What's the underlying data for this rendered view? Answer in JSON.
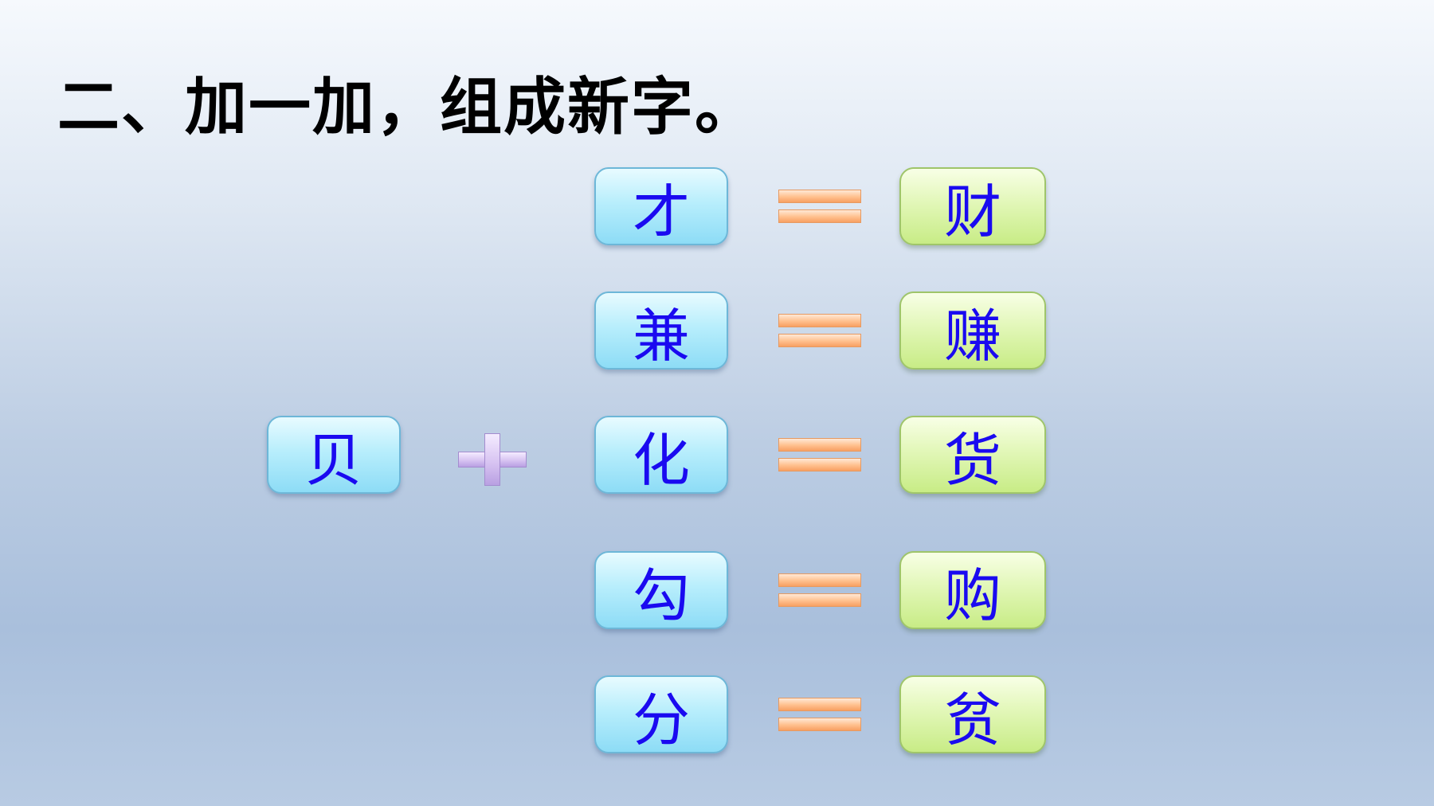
{
  "title": "二、加一加，组成新字。",
  "base_char": "贝",
  "operator_plus": "+",
  "rows": [
    {
      "component": "才",
      "result": "财"
    },
    {
      "component": "兼",
      "result": "赚"
    },
    {
      "component": "化",
      "result": "货"
    },
    {
      "component": "勾",
      "result": "购"
    },
    {
      "component": "分",
      "result": "贫"
    }
  ],
  "colors": {
    "char_text": "#1a0af0",
    "component_box": "#b8eefc",
    "result_box": "#e2f7b8",
    "equals_sign": "#ffc08e",
    "plus_sign": "#d8c4f2"
  }
}
